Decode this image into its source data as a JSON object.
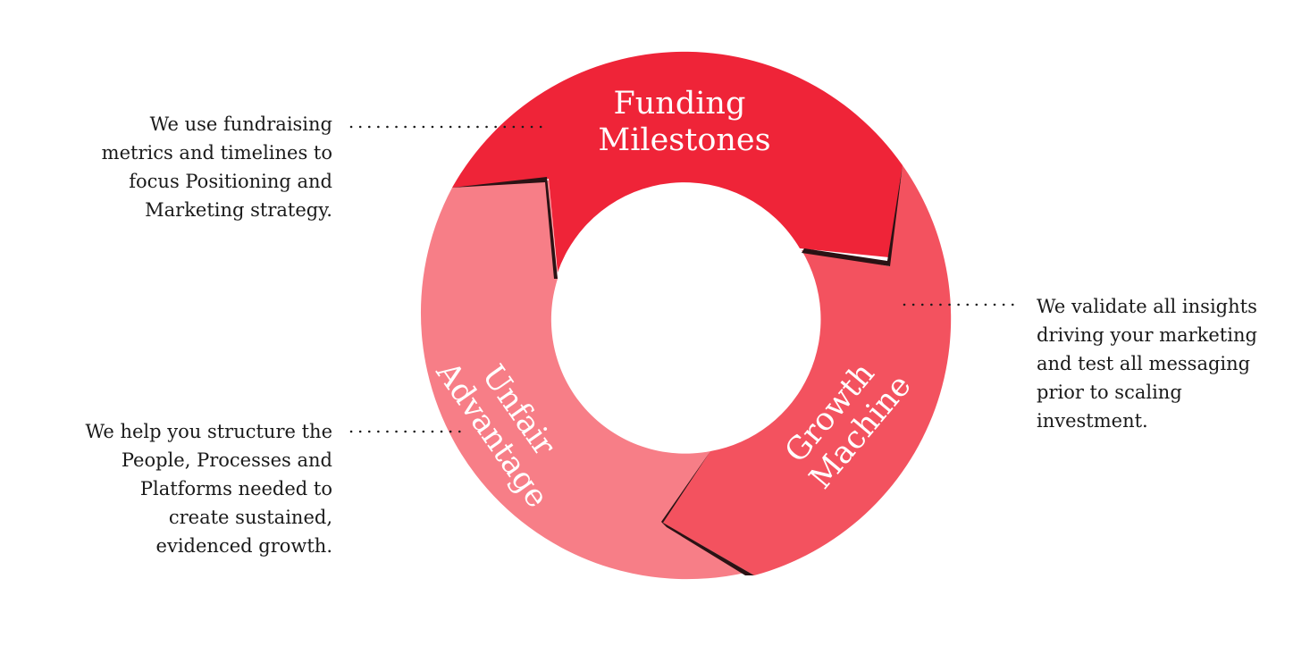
{
  "segments": [
    {
      "id": "funding",
      "lines": [
        "Funding",
        "Milestones"
      ],
      "color": "#ef2438"
    },
    {
      "id": "growth",
      "lines": [
        "Growth",
        "Machine"
      ],
      "color": "#f3525f"
    },
    {
      "id": "unfair",
      "lines": [
        "Unfair",
        "Advantage"
      ],
      "color": "#f77e87"
    }
  ],
  "shadow_color": "#2a1214",
  "descriptions": {
    "funding": [
      "We use fundraising",
      "metrics and timelines to",
      "focus Positioning and",
      "Marketing strategy."
    ],
    "unfair": [
      "We help you structure the",
      "People, Processes and",
      "Platforms needed to",
      "create sustained,",
      "evidenced growth."
    ],
    "growth": [
      "We validate all insights",
      "driving your marketing",
      "and test all messaging",
      "prior to scaling",
      "investment."
    ]
  }
}
